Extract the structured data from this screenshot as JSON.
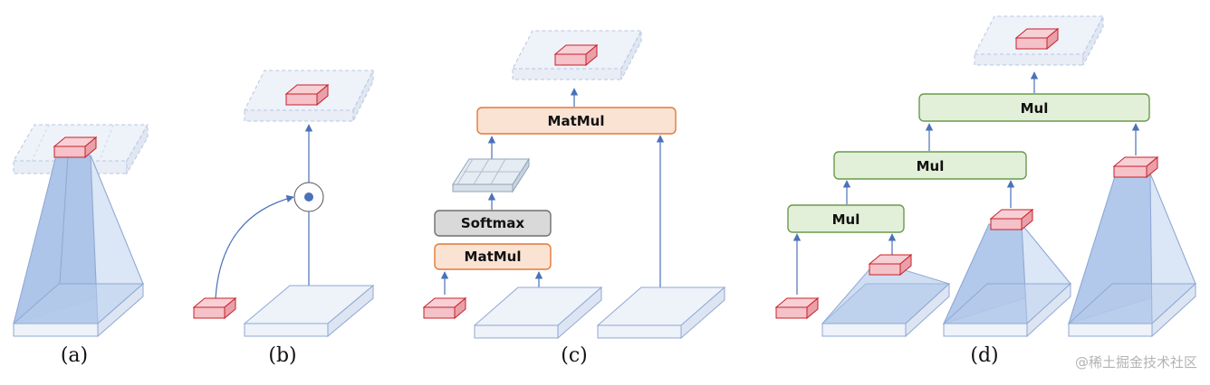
{
  "panels": [
    {
      "label": "(a)"
    },
    {
      "label": "(b)"
    },
    {
      "label": "(c)"
    },
    {
      "label": "(d)"
    }
  ],
  "ops": {
    "c_matmul_top": "MatMul",
    "c_softmax": "Softmax",
    "c_matmul_bottom": "MatMul",
    "d_mul_top": "Mul",
    "d_mul_mid": "Mul",
    "d_mul_low": "Mul"
  },
  "watermark": "@稀土掘金技术社区",
  "colors": {
    "feature_red": "#f4c2c8",
    "feature_red_edge": "#c8202a",
    "plane_blue": "#e6edf8",
    "plane_edge": "#8fa8d4",
    "pyramid_fill": "#a9c3e8",
    "arrow": "#4a72b8",
    "matmul_fill": "#fbe3d4",
    "mul_fill": "#e2f0d9",
    "softmax_fill": "#d9d9d9"
  }
}
